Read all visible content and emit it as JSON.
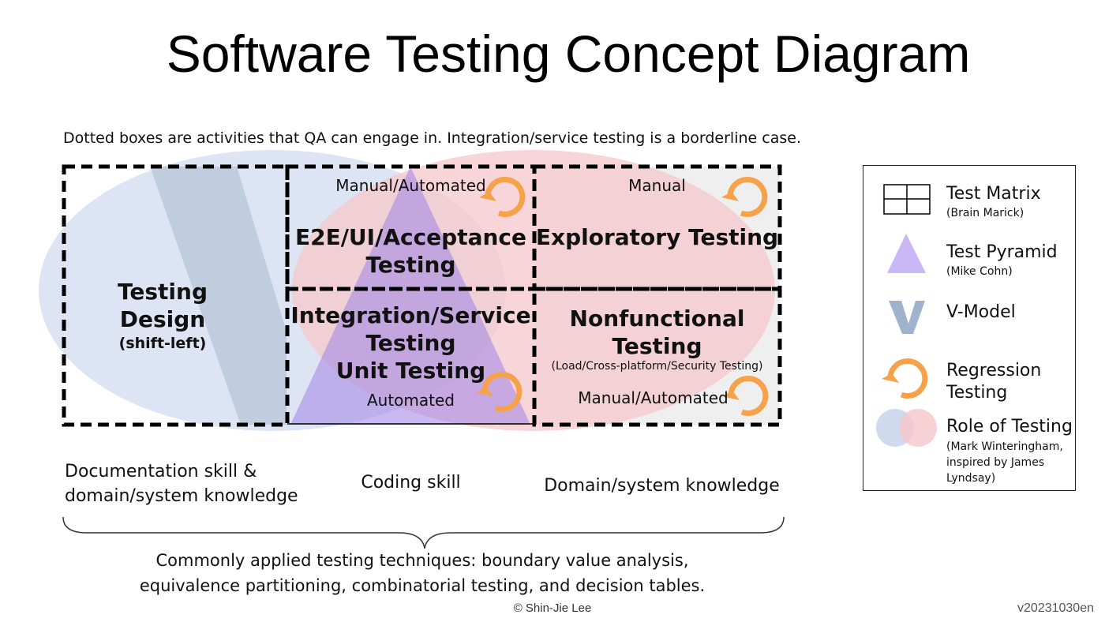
{
  "title": "Software Testing Concept Diagram",
  "caption": "Dotted boxes are activities that QA can engage in. Integration/service testing is a borderline case.",
  "cells": {
    "testing_design": {
      "title_line1": "Testing",
      "title_line2": "Design",
      "subtitle": "(shift-left)"
    },
    "e2e": {
      "mode": "Manual/Automated",
      "title_line1": "E2E/UI/Acceptance",
      "title_line2": "Testing"
    },
    "exploratory": {
      "mode": "Manual",
      "title": "Exploratory Testing"
    },
    "integration": {
      "title_line1": "Integration/Service",
      "title_line2": "Testing",
      "title_line3": "Unit Testing",
      "mode": "Automated"
    },
    "nonfunctional": {
      "title_line1": "Nonfunctional",
      "title_line2": "Testing",
      "subtitle": "(Load/Cross-platform/Security Testing)",
      "mode": "Manual/Automated"
    }
  },
  "skills": {
    "documentation_line1": "Documentation skill &",
    "documentation_line2": "domain/system knowledge",
    "coding": "Coding skill",
    "domain": "Domain/system knowledge"
  },
  "techniques": {
    "line1": "Commonly applied testing techniques: boundary value analysis,",
    "line2": "equivalence partitioning, combinatorial testing, and decision tables."
  },
  "legend": {
    "test_matrix": {
      "label": "Test Matrix",
      "sub": "(Brain Marick)"
    },
    "test_pyramid": {
      "label": "Test Pyramid",
      "sub": "(Mike Cohn)"
    },
    "v_model": {
      "label": "V-Model"
    },
    "regression": {
      "label_line1": "Regression",
      "label_line2": "Testing"
    },
    "role": {
      "label": "Role of Testing",
      "sub_line1": "(Mark Winteringham,",
      "sub_line2": "inspired by James",
      "sub_line3": "Lyndsay)"
    }
  },
  "copyright": "© Shin-Jie Lee",
  "version": "v20231030en",
  "colors": {
    "blue_role": "#c7d3ec",
    "pink_role": "#f5c7cb",
    "v_model": "#b4c4d8",
    "pyramid": "#a78be6",
    "regression": "#f5a24b",
    "cell_gray": "#efefef"
  }
}
